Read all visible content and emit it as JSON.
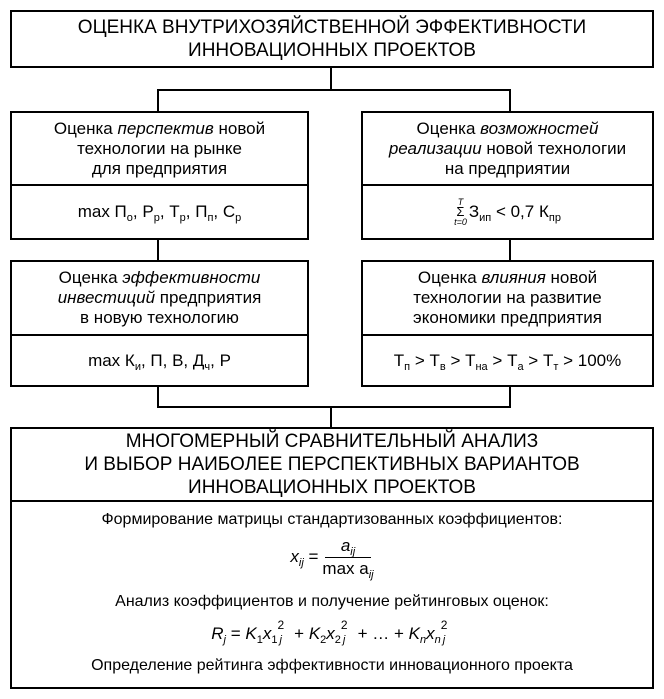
{
  "title": {
    "line1": "ОЦЕНКА ВНУТРИХОЗЯЙСТВЕННОЙ ЭФФЕКТИВНОСТИ",
    "line2": "ИННОВАЦИОННЫХ ПРОЕКТОВ"
  },
  "box_a": {
    "line1_pre": "Оценка ",
    "line1_em": "перспектив",
    "line1_post": " новой",
    "line2": "технологии на рынке",
    "line3": "для предприятия",
    "formula": {
      "prefix": "max П",
      "s1": "о",
      "p2": ", Р",
      "s2": "р",
      "p3": ", Т",
      "s3": "р",
      "p4": ", П",
      "s4": "п",
      "p5": ", С",
      "s5": "р"
    }
  },
  "box_b": {
    "line1_pre": "Оценка ",
    "line1_em": "возможностей",
    "line2_em": "реализации",
    "line2_post": " новой технологии",
    "line3": "на предприятии",
    "formula": {
      "sum_top": "T",
      "sum_sign": "Σ",
      "sum_bottom": "t=0",
      "z": "З",
      "z_sub": "ип",
      "rel": " < 0,7 К",
      "k_sub": "пр"
    }
  },
  "box_c": {
    "line1_pre": "Оценка ",
    "line1_em": "эффективности",
    "line2_em": "инвестиций",
    "line2_post": " предприятия",
    "line3": "в новую технологию",
    "formula": {
      "prefix": "max К",
      "s1": "и",
      "p2": ", П, В, Д",
      "s2": "ч",
      "p3": ", Р"
    }
  },
  "box_d": {
    "line1_pre": "Оценка ",
    "line1_em": "влияния",
    "line1_post": " новой",
    "line2": "технологии на развитие",
    "line3": "экономики предприятия",
    "formula": {
      "t": "Т",
      "s1": "п",
      "s2": "в",
      "s3": "на",
      "s4": "а",
      "s5": "т",
      "gt": " > ",
      "end": "100%"
    }
  },
  "box_e": {
    "line1": "МНОГОМЕРНЫЙ СРАВНИТЕЛЬНЫЙ АНАЛИЗ",
    "line2": "И ВЫБОР НАИБОЛЕЕ ПЕРСПЕКТИВНЫХ ВАРИАНТОВ",
    "line3": "ИННОВАЦИОННЫХ ПРОЕКТОВ",
    "step1": "Формирование матрицы стандартизованных коэффициентов:",
    "f1": {
      "x": "x",
      "x_sub": "ij",
      "eq": " = ",
      "num": "a",
      "num_sub": "ij",
      "den": "max a",
      "den_sub": "ij"
    },
    "step2": "Анализ коэффициентов и получение рейтинговых оценок:",
    "f2": {
      "r": "R",
      "r_sub": "j",
      "eq": " = ",
      "k1": "K",
      "k1s": "1",
      "x1": "x",
      "x1s": "1",
      "plus": " + ",
      "k2": "K",
      "k2s": "2",
      "x2": "x",
      "x2s": "2",
      "dots": " + … + ",
      "kn": "K",
      "kns": "n",
      "xn": "x",
      "xns": "n",
      "pow": "2",
      "j": "j"
    },
    "step3": "Определение рейтинга эффективности инновационного проекта"
  }
}
